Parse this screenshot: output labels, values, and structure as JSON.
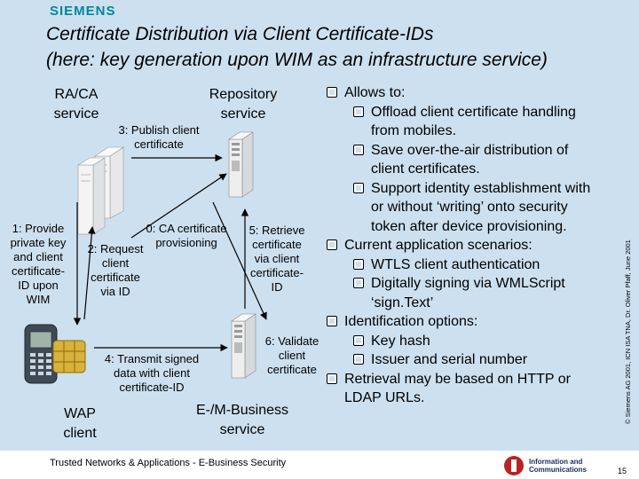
{
  "header": {
    "brand": "SIEMENS",
    "title_line1": "Certificate Distribution via Client Certificate-IDs",
    "title_line2": "(here: key generation upon WIM as an infrastructure service)"
  },
  "diagram": {
    "ra_ca": {
      "line1": "RA/CA",
      "line2": "service"
    },
    "repository": {
      "line1": "Repository",
      "line2": "service"
    },
    "ebusiness": {
      "line1": "E-/M-Business",
      "line2": "service"
    },
    "wap_client": {
      "line1": "WAP",
      "line2": "client"
    },
    "steps": {
      "s0": [
        "0: CA certificate",
        "provisioning"
      ],
      "s1": [
        "1: Provide",
        "private key",
        "and client",
        "certificate-",
        "ID upon",
        "WIM"
      ],
      "s2": [
        "2: Request",
        "client",
        "certificate",
        "via ID"
      ],
      "s3": [
        "3: Publish client",
        "certificate"
      ],
      "s4": [
        "4: Transmit signed",
        "data with client",
        "certificate-ID"
      ],
      "s5": [
        "5: Retrieve",
        "certificate",
        "via client",
        "certificate-",
        "ID"
      ],
      "s6": [
        "6: Validate",
        "client",
        "certificate"
      ]
    }
  },
  "bullets": {
    "allows": "Allows to:",
    "offload_1": "Offload client certificate handling",
    "offload_2": "from mobiles.",
    "save_1": "Save over-the-air distribution of",
    "save_2": "client certificates.",
    "support_1": "Support identity establishment with",
    "support_2": "or without ‘writing’ onto security",
    "support_3": "token after device provisioning.",
    "current": "Current application scenarios:",
    "wtls": "WTLS client authentication",
    "digsign_1": "Digitally signing via WMLScript",
    "digsign_2": "‘sign.Text’",
    "ident": "Identification options:",
    "keyhash": "Key hash",
    "issuer": "Issuer and serial number",
    "retrieval_1": "Retrieval may be based on HTTP or",
    "retrieval_2": "LDAP URLs."
  },
  "copyright": "© Siemens AG 2001, ICN ISA TNA, Dr. Oliver Pfaff, June 2001",
  "footer": {
    "text": "Trusted Networks & Applications - E-Business Security",
    "ic_line1": "Information and",
    "ic_line2": "Communications",
    "page": "15"
  },
  "colors": {
    "background": "#cde0ef",
    "brand": "#00879b",
    "logo": "#bb2222"
  }
}
